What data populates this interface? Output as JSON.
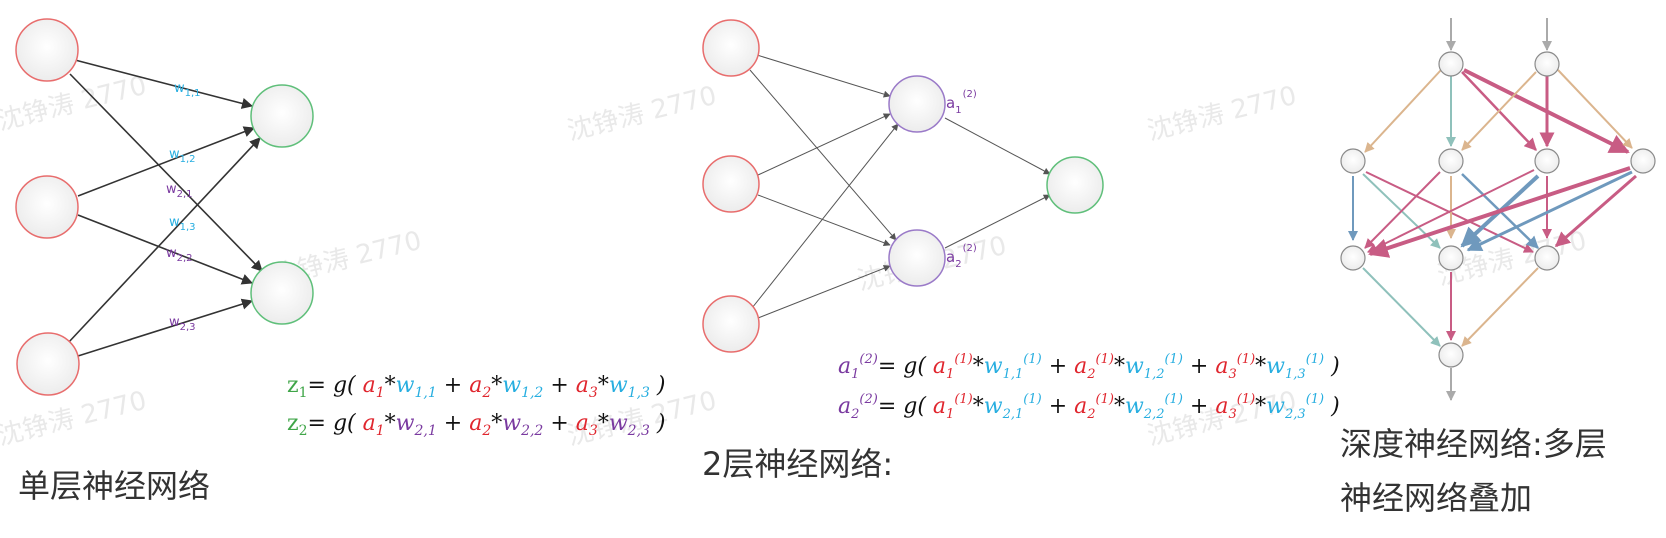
{
  "colors": {
    "neuron_red": "#e86d6d",
    "neuron_green": "#5fbf7a",
    "neuron_purple": "#9a7ac8",
    "neuron_gray": "#8a8a8a",
    "w_blue": "#27aee0",
    "w_purple": "#7a3aa0",
    "a_red": "#e0262e",
    "z_green": "#3fa548",
    "deep_pink": "#c85c84",
    "deep_blue": "#6f99bd",
    "deep_teal": "#8fc1bb",
    "deep_tan": "#dbb58e"
  },
  "watermark": "沈铮涛 2770",
  "single": {
    "caption": "单层神经网络",
    "weights": [
      "w",
      "1,1",
      "w",
      "1,2",
      "w",
      "2,1",
      "w",
      "1,3",
      "w",
      "2,2",
      "w",
      "2,3"
    ],
    "eq1": {
      "lhs": "z",
      "lhs_sub": "1",
      "eq": "= g(",
      "t1": "a",
      "t1s": "1",
      "m": "*",
      "w1": "w",
      "w1s": "1,1",
      "p": " + ",
      "t2": "a",
      "t2s": "2",
      "w2": "w",
      "w2s": "1,2",
      "t3": "a",
      "t3s": "3",
      "w3": "w",
      "w3s": "1,3",
      "close": " )"
    },
    "eq2": {
      "lhs": "z",
      "lhs_sub": "2",
      "eq": "= g(",
      "t1": "a",
      "t1s": "1",
      "m": "*",
      "w1": "w",
      "w1s": "2,1",
      "p": " + ",
      "t2": "a",
      "t2s": "2",
      "w2": "w",
      "w2s": "2,2",
      "t3": "a",
      "t3s": "3",
      "w3": "w",
      "w3s": "2,3",
      "close": " )"
    }
  },
  "two_layer": {
    "caption": "2层神经网络:",
    "hidden_labels": [
      {
        "a": "a",
        "sub": "1",
        "sup": "(2)"
      },
      {
        "a": "a",
        "sub": "2",
        "sup": "(2)"
      }
    ],
    "eq1": {
      "lhs": "a",
      "lhs_sub": "1",
      "lhs_sup": "(2)",
      "eq": "= g(",
      "a1": "a",
      "a1s": "1",
      "a1p": "(1)",
      "m": "*",
      "w1": "w",
      "w1s": "1,1",
      "w1p": "(1)",
      "p": " + ",
      "a2": "a",
      "a2s": "2",
      "a2p": "(1)",
      "w2": "w",
      "w2s": "1,2",
      "w2p": "(1)",
      "a3": "a",
      "a3s": "3",
      "a3p": "(1)",
      "w3": "w",
      "w3s": "1,3",
      "w3p": "(1)",
      "close": " )"
    },
    "eq2": {
      "lhs": "a",
      "lhs_sub": "2",
      "lhs_sup": "(2)",
      "eq": "= g(",
      "a1": "a",
      "a1s": "1",
      "a1p": "(1)",
      "m": "*",
      "w1": "w",
      "w1s": "2,1",
      "w1p": "(1)",
      "p": " + ",
      "a2": "a",
      "a2s": "2",
      "a2p": "(1)",
      "w2": "w",
      "w2s": "2,2",
      "w2p": "(1)",
      "a3": "a",
      "a3s": "3",
      "a3p": "(1)",
      "w3": "w",
      "w3s": "2,3",
      "w3p": "(1)",
      "close": " )"
    }
  },
  "deep": {
    "caption_line1": "深度神经网络:多层",
    "caption_line2": "神经网络叠加"
  }
}
